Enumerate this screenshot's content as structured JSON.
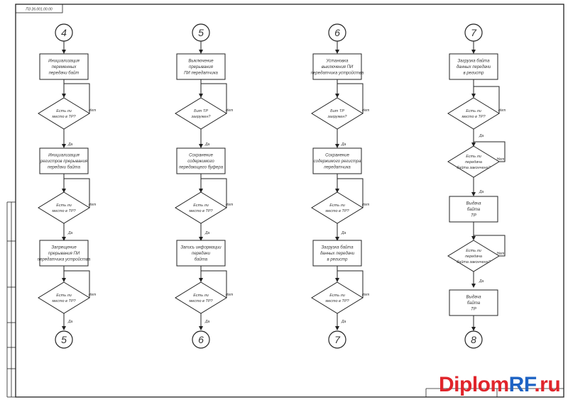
{
  "colors": {
    "line": "#222222",
    "text": "#333333",
    "watermark_red": "#e0252b",
    "watermark_blue": "#1e63c4"
  },
  "flowchart": {
    "columns": [
      {
        "entry": "4",
        "exit": "5",
        "box1": [
          "Инициализация",
          "переменных",
          "передачи байт"
        ],
        "dec1": [
          "Есть ли",
          "место в ТР?"
        ],
        "box2": [
          "Инициализация",
          "регистров прерывания",
          "передачи байта"
        ],
        "dec2": [
          "Есть ли",
          "место в ТР?"
        ],
        "box3": [
          "Запрещение",
          "прерывания ПИ",
          "передатчика устройства"
        ],
        "dec3": [
          "Есть ли",
          "место в ТР?"
        ]
      },
      {
        "entry": "5",
        "exit": "6",
        "box1": [
          "Выключение",
          "прерывания",
          "ПИ передатчика"
        ],
        "dec1": [
          "Бит ТР",
          "загружен?"
        ],
        "box2": [
          "Сохранение",
          "содержимого",
          "передающего буфера"
        ],
        "dec2": [
          "Есть ли",
          "место в ТР?"
        ],
        "box3": [
          "Запись информации",
          "передачи",
          "байта"
        ],
        "dec3": [
          "Есть ли",
          "место в ТР?"
        ]
      },
      {
        "entry": "6",
        "exit": "7",
        "box1": [
          "Установка",
          "выключения ПИ",
          "передатчика устройства"
        ],
        "dec1": [
          "Бит ТР",
          "загружен?"
        ],
        "box2": [
          "Сохранение",
          "содержимого регистра",
          "передатчика"
        ],
        "dec2": [
          "Есть ли",
          "место в ТР?"
        ],
        "box3": [
          "Загрузка байта",
          "данных передачи",
          "в регистр"
        ],
        "dec3": [
          "Есть ли",
          "место в ТР?"
        ]
      },
      {
        "entry": "7",
        "exit": "8",
        "box1": [
          "Загрузка байта",
          "данных передачи",
          "в регистр"
        ],
        "dec1": [
          "Есть ли",
          "место в ТР?"
        ],
        "dec2": [
          "Есть ли",
          "передача",
          "байта закончена?"
        ],
        "box2": [
          "Выдача",
          "байта",
          "ТР"
        ],
        "dec3": [
          "Есть ли",
          "передача",
          "байта закончена?"
        ],
        "box3": [
          "Выдача",
          "байта",
          "ТР"
        ]
      }
    ],
    "yes_label": "Да",
    "no_label": "Нет"
  },
  "frame": {
    "corner_label": "ПЗ 26.001.00.00"
  },
  "watermark": {
    "part1": "Diplom",
    "part2": "RF",
    "part3": ".ru"
  }
}
